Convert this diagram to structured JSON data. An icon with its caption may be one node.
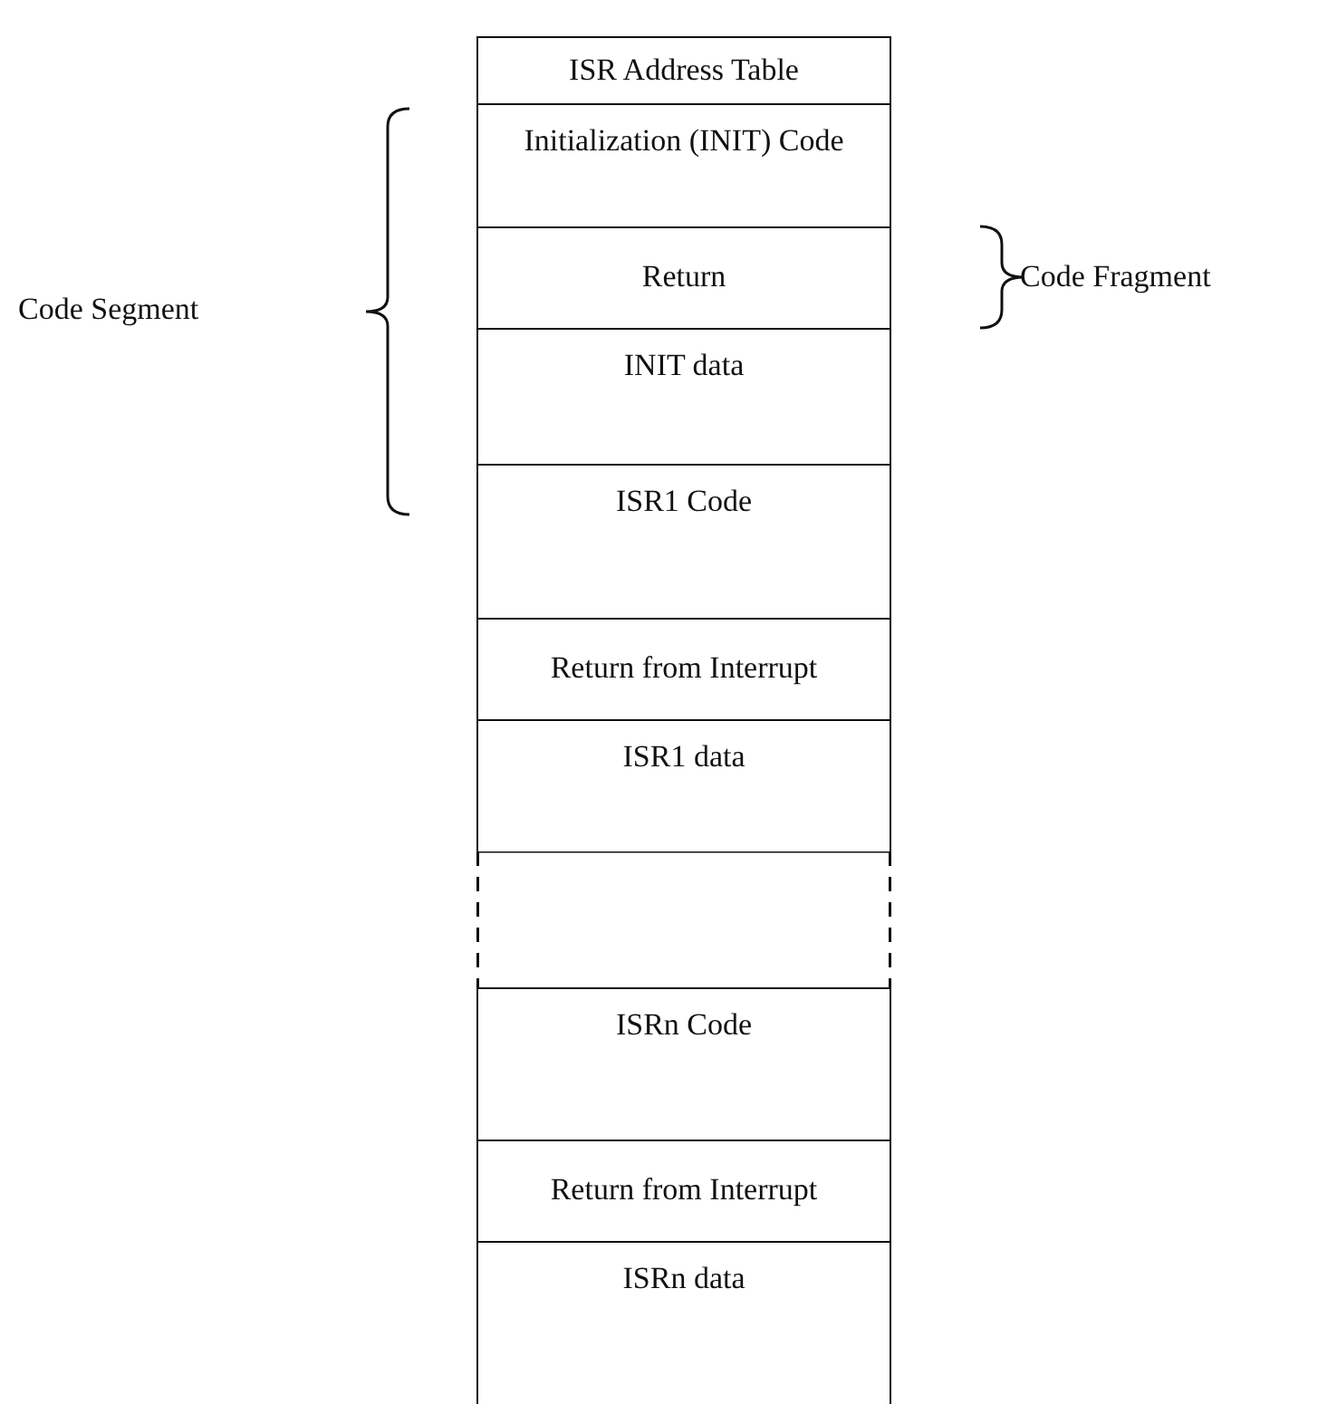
{
  "diagram": {
    "nodes": [
      {
        "text": [
          "ISR Address Table"
        ]
      },
      {
        "text": [
          "Initialization (INIT) Code"
        ]
      },
      {
        "text": [
          "Return"
        ]
      },
      {
        "text": [
          "INIT data"
        ]
      },
      {
        "text": [
          "ISR1 Code"
        ]
      },
      {
        "text": [
          "Return from Interrupt"
        ]
      },
      {
        "text": [
          "ISR1 data"
        ]
      },
      {
        "text": [
          "ISRn Code"
        ]
      },
      {
        "text": [
          "Return from Interrupt"
        ]
      },
      {
        "text": [
          "ISRn data"
        ]
      }
    ],
    "labels": [
      "Code Segment",
      "Code Fragment"
    ]
  }
}
